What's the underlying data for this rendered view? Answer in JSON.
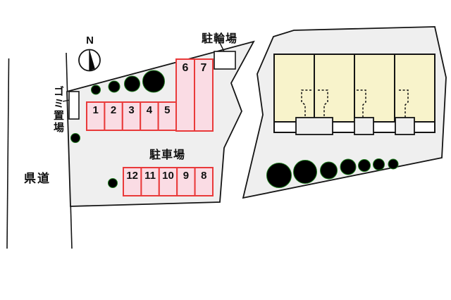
{
  "compass": {
    "label": "N"
  },
  "labels": {
    "bicycle_parking": "駐輪場",
    "garbage_area": "ゴミ置場",
    "prefectural_road": "県道",
    "parking_lot": "駐車場"
  },
  "parking": {
    "top_row": [
      "1",
      "2",
      "3",
      "4",
      "5"
    ],
    "vertical_pair": [
      "6",
      "7"
    ],
    "bottom_row": [
      "12",
      "11",
      "10",
      "9",
      "8"
    ]
  },
  "building": {
    "unit_count": 4
  },
  "colors": {
    "outline": "#141414",
    "parcel_fill": "#efefef",
    "unit_fill": "#f8f3cb",
    "parking_fill": "#fadce4",
    "parking_border": "#e93a3a",
    "tree_green": "#2f9e2f",
    "tree_dark": "#1c7a1c"
  }
}
